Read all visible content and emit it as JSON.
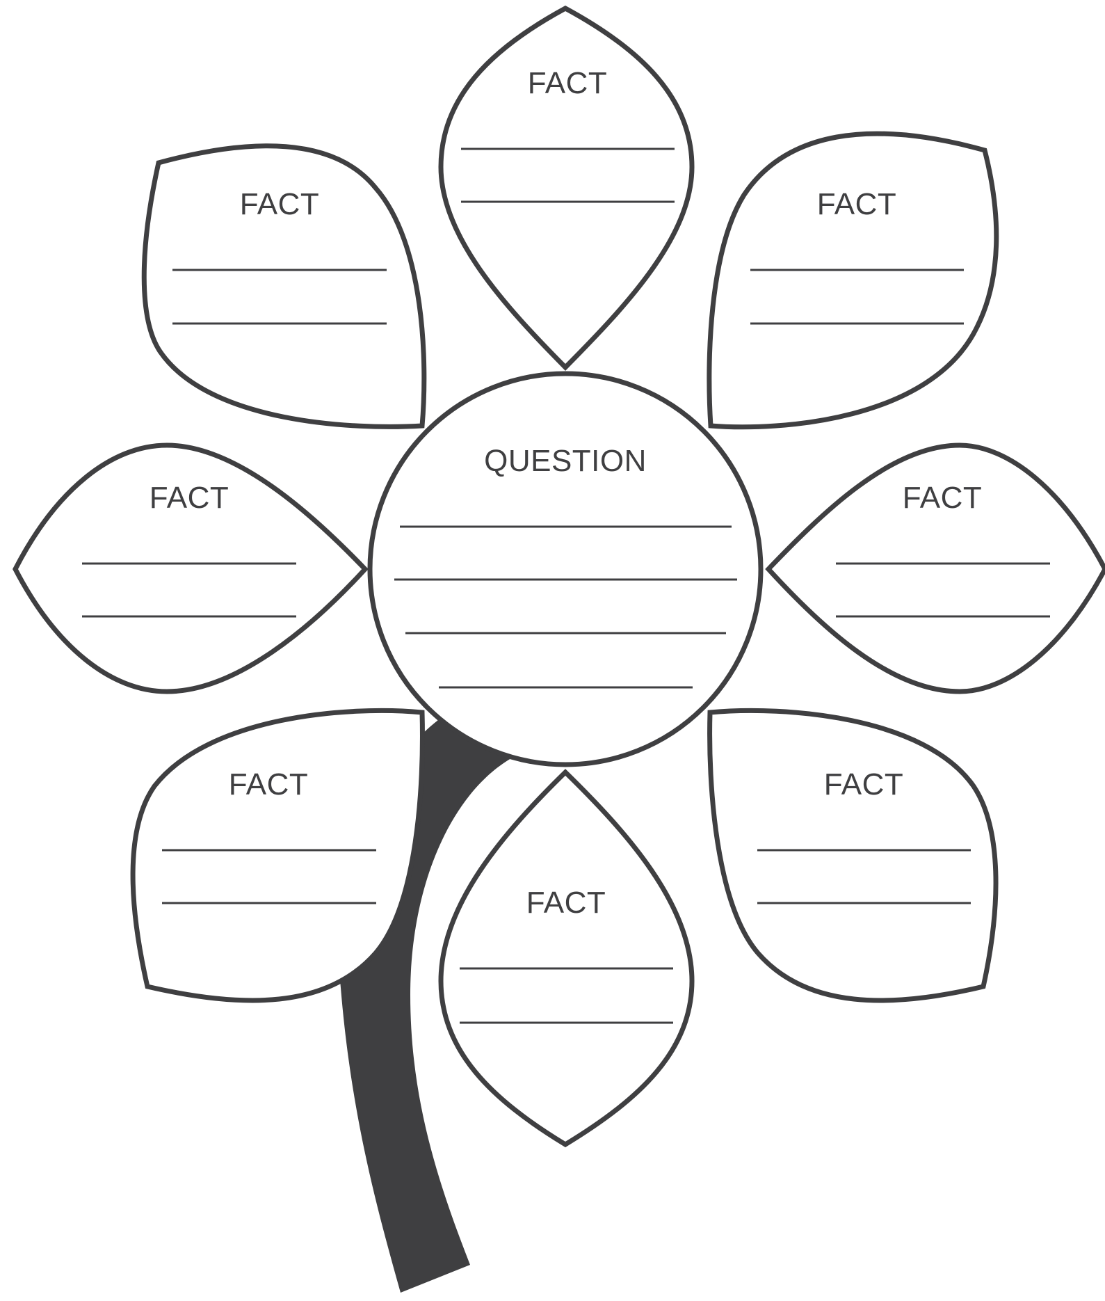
{
  "colors": {
    "ink": "#3f3f41",
    "background": "#ffffff"
  },
  "center": {
    "label": "QUESTION",
    "writing_lines": 4
  },
  "petals": [
    {
      "position": "top",
      "label": "FACT",
      "writing_lines": 2
    },
    {
      "position": "top-left",
      "label": "FACT",
      "writing_lines": 2
    },
    {
      "position": "top-right",
      "label": "FACT",
      "writing_lines": 2
    },
    {
      "position": "left",
      "label": "FACT",
      "writing_lines": 2
    },
    {
      "position": "right",
      "label": "FACT",
      "writing_lines": 2
    },
    {
      "position": "bottom-left",
      "label": "FACT",
      "writing_lines": 2
    },
    {
      "position": "bottom",
      "label": "FACT",
      "writing_lines": 2
    },
    {
      "position": "bottom-right",
      "label": "FACT",
      "writing_lines": 2
    }
  ]
}
